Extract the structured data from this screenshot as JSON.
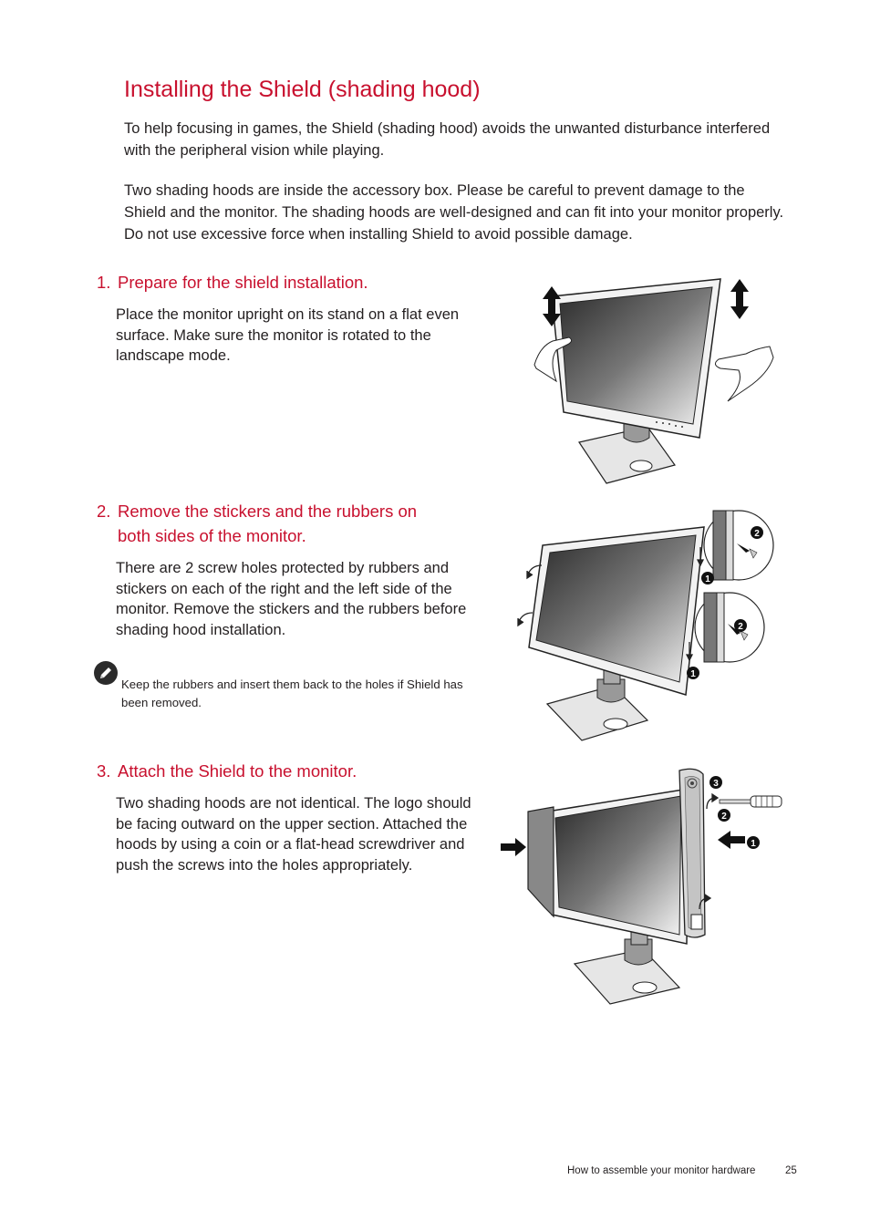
{
  "title": "Installing the Shield (shading hood)",
  "intro": [
    "To help focusing in games, the Shield (shading hood) avoids the unwanted disturbance interfered with the peripheral vision while playing.",
    "Two shading hoods are inside the accessory box. Please be careful to prevent damage to the Shield and the monitor. The shading hoods are well-designed and can fit into your monitor properly. Do not use excessive force when installing Shield to avoid possible damage."
  ],
  "steps": [
    {
      "number": "1.",
      "heading": "Prepare for the shield installation.",
      "body": "Place the monitor upright on its stand on a flat even surface. Make sure the monitor is rotated to the landscape mode."
    },
    {
      "number": "2.",
      "heading_line1": "Remove the stickers and the rubbers on",
      "heading_line2": "both sides of the monitor.",
      "body": "There are 2 screw holes protected by rubbers and stickers on each of the right and the left side of the monitor. Remove the stickers and the rubbers before shading hood installation.",
      "note": "Keep the rubbers and insert them back to the holes if Shield has been removed."
    },
    {
      "number": "3.",
      "heading": "Attach the Shield to the monitor.",
      "body": "Two shading hoods are not identical. The logo should be facing outward on the upper section. Attached the hoods by using a coin or a flat-head screwdriver and push the screws into the holes appropriately."
    }
  ],
  "callouts": {
    "one": "1",
    "two": "2",
    "three": "3"
  },
  "footer": {
    "section": "How to assemble your monitor hardware",
    "page": "25"
  },
  "colors": {
    "accent": "#c8102e",
    "text": "#231f20"
  }
}
